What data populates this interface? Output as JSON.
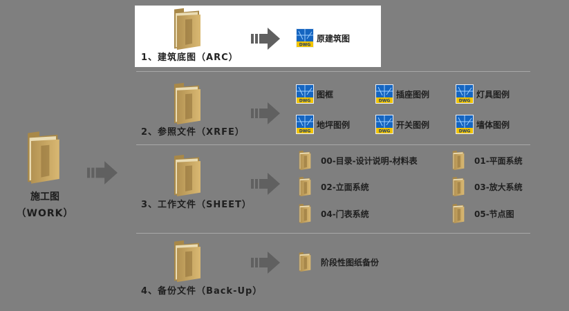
{
  "root": {
    "title": "施工图",
    "subtitle": "（WORK）"
  },
  "sections": [
    {
      "label": "1、建筑底图（ARC）",
      "highlighted": true,
      "files": [
        "原建筑图"
      ]
    },
    {
      "label": "2、参照文件（XRFE）",
      "files": [
        "图框",
        "插座图例",
        "灯具图例",
        "地坪图例",
        "开关图例",
        "墙体图例"
      ]
    },
    {
      "label": "3、工作文件（SHEET）",
      "folders": [
        "00-目录-设计说明-材料表",
        "01-平面系统",
        "02-立面系统",
        "03-放大系统",
        "04-门表系统",
        "05-节点图"
      ]
    },
    {
      "label": "4、备份文件（Back-Up）",
      "folders": [
        "阶段性图纸备份"
      ]
    }
  ],
  "dwg_badge": "DWG",
  "colors": {
    "background": "#7f7f7f",
    "highlight": "#ffffff",
    "folder": "#d9b872",
    "arrow": "#606060",
    "dwg_blue": "#1565c0",
    "dwg_yellow": "#f2c400"
  }
}
